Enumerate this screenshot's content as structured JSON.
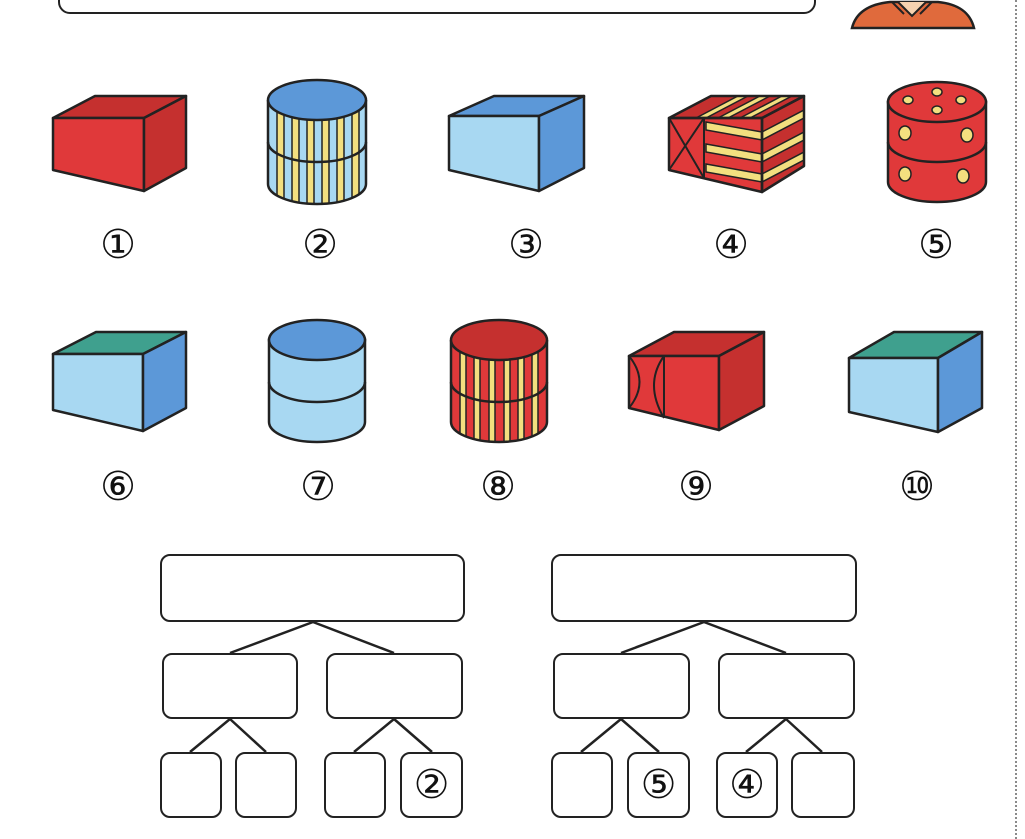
{
  "colors": {
    "red": "#e0393a",
    "red_dark": "#c5302f",
    "blue": "#5c98d8",
    "light_blue": "#a8d8f2",
    "teal": "#3fa08e",
    "yellow": "#f3df7f",
    "outline": "#222222"
  },
  "items": [
    {
      "num": "①",
      "shape": "cuboid",
      "color": "red"
    },
    {
      "num": "②",
      "shape": "cylinder",
      "color": "light blue, yellow stripes"
    },
    {
      "num": "③",
      "shape": "cuboid",
      "color": "light blue"
    },
    {
      "num": "④",
      "shape": "cuboid",
      "color": "red, yellow stripes"
    },
    {
      "num": "⑤",
      "shape": "cylinder",
      "color": "red, yellow dots"
    },
    {
      "num": "⑥",
      "shape": "cuboid",
      "color": "blue with teal top"
    },
    {
      "num": "⑦",
      "shape": "cylinder",
      "color": "light blue"
    },
    {
      "num": "⑧",
      "shape": "cylinder",
      "color": "red, yellow stripes"
    },
    {
      "num": "⑨",
      "shape": "cuboid",
      "color": "red"
    },
    {
      "num": "⑩",
      "shape": "cuboid",
      "color": "light blue with teal top"
    }
  ],
  "trees": [
    {
      "top": "",
      "mid": [
        "",
        ""
      ],
      "leaves": [
        "",
        "",
        "",
        "②"
      ]
    },
    {
      "top": "",
      "mid": [
        "",
        ""
      ],
      "leaves": [
        "",
        "⑤",
        "④",
        ""
      ]
    }
  ]
}
